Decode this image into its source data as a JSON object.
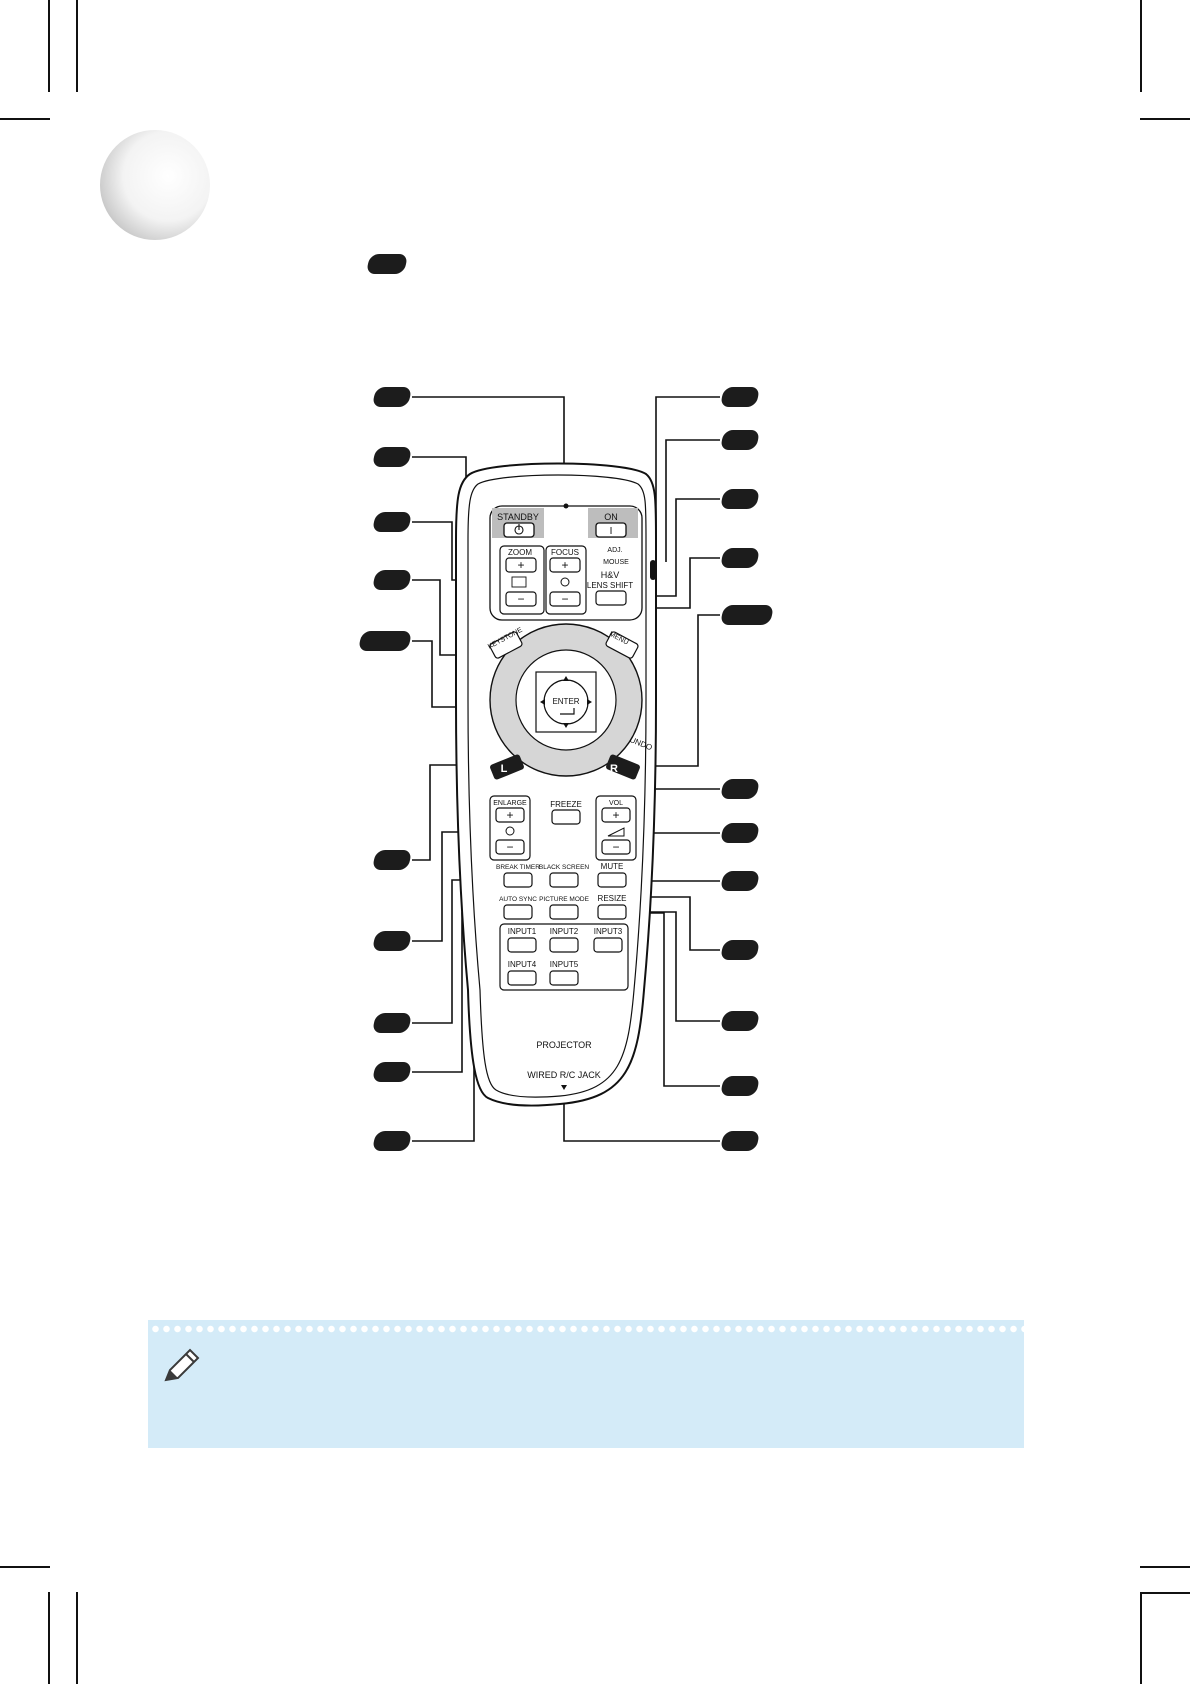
{
  "remote": {
    "buttons": {
      "standby": "STANDBY",
      "on": "ON",
      "zoom": "ZOOM",
      "focus": "FOCUS",
      "adj": "ADJ.",
      "mouse": "MOUSE",
      "hv": "H&V",
      "lens_shift": "LENS SHIFT",
      "keystone": "KEYSTONE",
      "menu": "MENU",
      "enter": "ENTER",
      "undo": "UNDO",
      "l": "L",
      "r": "R",
      "enlarge": "ENLARGE",
      "freeze": "FREEZE",
      "vol": "VOL",
      "break_timer": "BREAK TIMER",
      "black_screen": "BLACK SCREEN",
      "mute": "MUTE",
      "auto_sync": "AUTO SYNC",
      "picture_mode": "PICTURE MODE",
      "resize": "RESIZE",
      "input1": "INPUT1",
      "input2": "INPUT2",
      "input3": "INPUT3",
      "input4": "INPUT4",
      "input5": "INPUT5",
      "plus": "+",
      "minus": "−",
      "power_on": "I"
    },
    "projector_label": "PROJECTOR",
    "wired_jack_label": "WIRED R/C JACK"
  },
  "icons": {
    "note": "pencil-note-icon",
    "power": "power-icon"
  },
  "colors": {
    "note_background": "#d4ebf8",
    "callout_pill": "#1c1c1c",
    "remote_ring": "#d6d6d6",
    "standby_highlight": "#bdbdbd"
  }
}
